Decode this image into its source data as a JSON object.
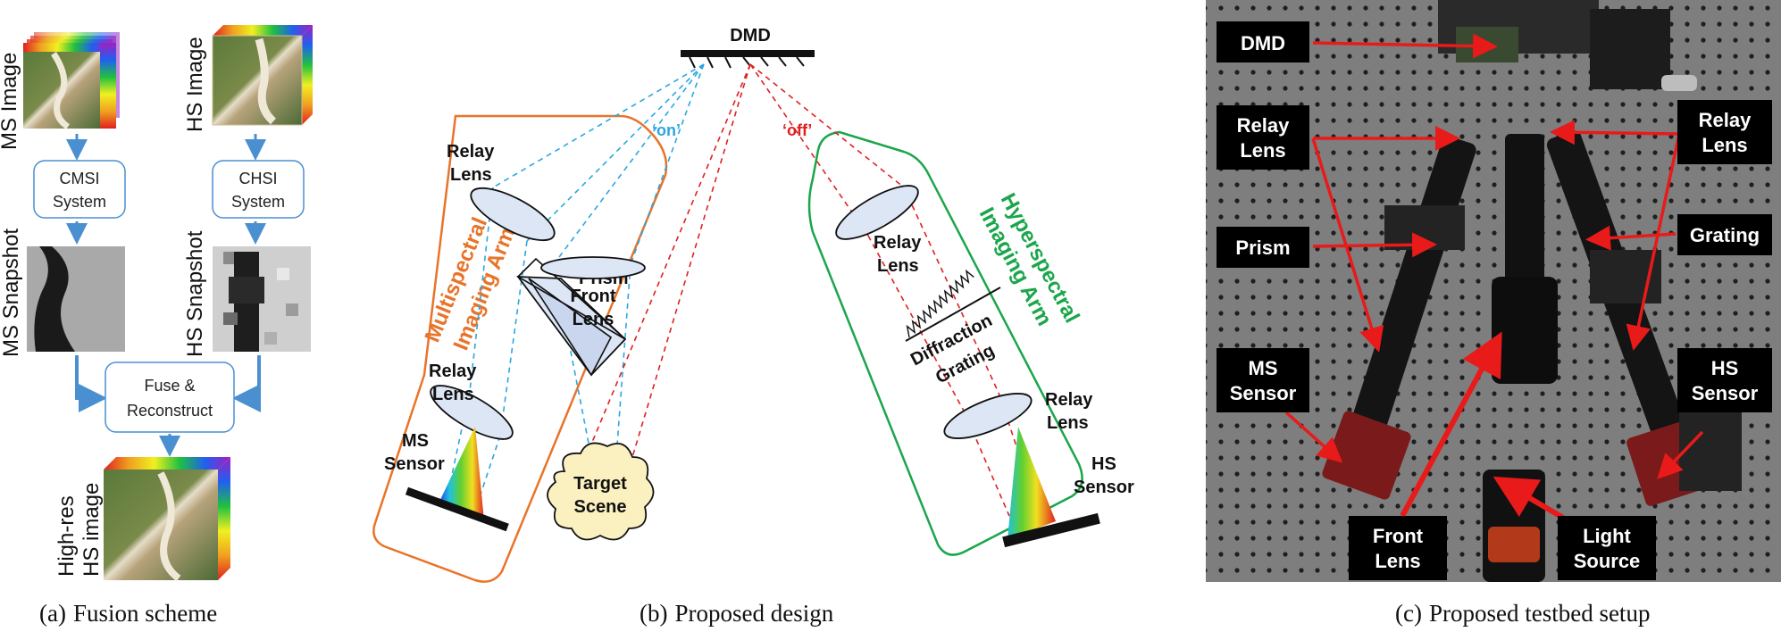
{
  "panel_a": {
    "caption_label": "(a)",
    "caption_text": "Fusion scheme",
    "ms_image_label": "MS Image",
    "hs_image_label": "HS Image",
    "cmsi_line1": "CMSI",
    "cmsi_line2": "System",
    "chsi_line1": "CHSI",
    "chsi_line2": "System",
    "ms_snapshot_label": "MS Snapshot",
    "hs_snapshot_label": "HS Snapshot",
    "fuse_line1": "Fuse &",
    "fuse_line2": "Reconstruct",
    "highres_line1": "High-res",
    "highres_line2": "HS image"
  },
  "panel_b": {
    "caption_label": "(b)",
    "caption_text": "Proposed design",
    "dmd": "DMD",
    "on": "‘on’",
    "off": "‘off’",
    "ms_arm_line1": "Multispectral",
    "ms_arm_line2": "Imaging Arm",
    "hs_arm_line1": "Hyperspectral",
    "hs_arm_line2": "Imaging Arm",
    "relay_top_left_1": "Relay",
    "relay_top_left_2": "Lens",
    "prism": "Prism",
    "relay_bottom_left_1": "Relay",
    "relay_bottom_left_2": "Lens",
    "ms_sensor_1": "MS",
    "ms_sensor_2": "Sensor",
    "front_lens_1": "Front",
    "front_lens_2": "Lens",
    "target_1": "Target",
    "target_2": "Scene",
    "relay_top_right_1": "Relay",
    "relay_top_right_2": "Lens",
    "diffraction": "Diffraction",
    "grating": "Grating",
    "relay_bottom_right_1": "Relay",
    "relay_bottom_right_2": "Lens",
    "hs_sensor_1": "HS",
    "hs_sensor_2": "Sensor",
    "colors": {
      "ms_arm": "#e8742a",
      "hs_arm": "#1aa64a",
      "on": "#2aa7e0",
      "off": "#e02020"
    }
  },
  "panel_c": {
    "caption_label": "(c)",
    "caption_text": "Proposed testbed setup",
    "dmd": "DMD",
    "relay_left_1": "Relay",
    "relay_left_2": "Lens",
    "relay_right_1": "Relay",
    "relay_right_2": "Lens",
    "prism": "Prism",
    "grating": "Grating",
    "ms_sensor_1": "MS",
    "ms_sensor_2": "Sensor",
    "hs_sensor_1": "HS",
    "hs_sensor_2": "Sensor",
    "front_lens_1": "Front",
    "front_lens_2": "Lens",
    "light_source_1": "Light",
    "light_source_2": "Source",
    "colors": {
      "arrow": "#e81a1a",
      "label_bg": "#000000",
      "label_fg": "#ffffff"
    }
  }
}
